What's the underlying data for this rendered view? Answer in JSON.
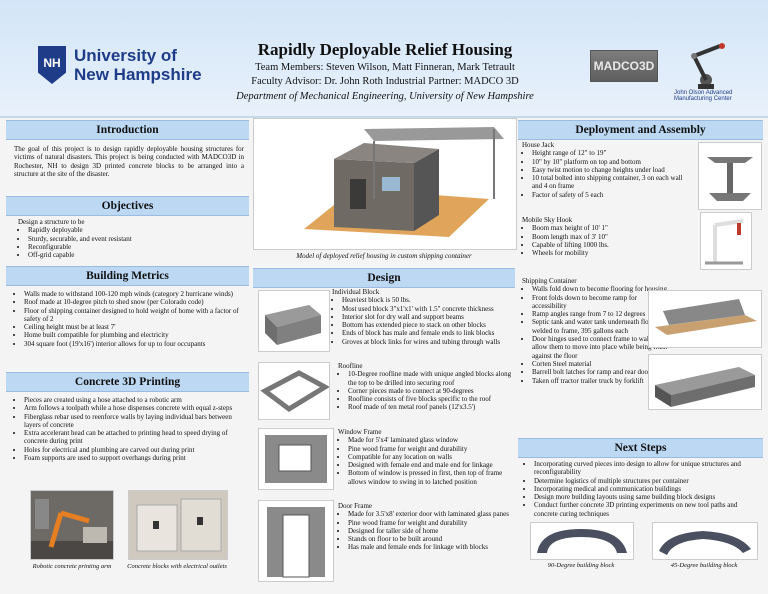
{
  "header": {
    "university": [
      "University of",
      "New Hampshire"
    ],
    "title": "Rapidly Deployable Relief Housing",
    "team": "Team Members: Steven Wilson, Matt Finneran, Mark Tetrault",
    "advisor": "Faculty Advisor: Dr. John Roth   Industrial Partner: MADCO 3D",
    "department": "Department of Mechanical Engineering, University of New Hampshire",
    "partner_logo": "MADCO3D",
    "center_name": "John Olson Advanced Manufacturing Center"
  },
  "introduction": {
    "heading": "Introduction",
    "text": "The goal of this project is to design rapidly deployable housing structures for victims of natural disasters. This project is being conducted with MADCO3D in Rochester, NH to design 3D printed concrete blocks to be arranged into a structure at the site of the disaster."
  },
  "objectives": {
    "heading": "Objectives",
    "intro": "Design a structure to be",
    "items": [
      "Rapidly deployable",
      "Sturdy, securable, and event resistant",
      "Reconfigurable",
      "Off-grid capable"
    ]
  },
  "building_metrics": {
    "heading": "Building Metrics",
    "items": [
      "Walls made to withstand 100-120 mph winds (category 2 hurricane winds)",
      "Roof made at 10-degree pitch to shed snow (per Colorado code)",
      "Floor of shipping container designed to hold weight of home with a factor of safety of 2",
      "Ceiling height must be at least 7'",
      "Home built compatible for plumbing and electricity",
      "304 square foot (19'x16') interior allows for up to four occupants"
    ]
  },
  "printing": {
    "heading": "Concrete 3D Printing",
    "items": [
      "Pieces are created using a hose attached to a robotic arm",
      "Arm follows a toolpath while a hose dispenses concrete with equal z-steps",
      "Fiberglass rebar used to reenforce walls by laying individual bars between layers of concrete",
      "Extra accelerant head can be attached to printing head to speed drying of concrete during print",
      "Holes for electrical and plumbing are carved out during print",
      "Foam supports are used to support overhangs during print"
    ],
    "captions": [
      "Robotic concrete printing arm",
      "Concrete blocks with electrical outlets"
    ]
  },
  "model": {
    "caption": "Model of deployed relief housing in custom shipping container"
  },
  "design": {
    "heading": "Design",
    "individual": {
      "title": "Individual Block",
      "items": [
        "Heaviest block is 50 lbs.",
        "Most used block 3\"x1'x1' with 1.5\" concrete thickness",
        "Interior slot for dry wall and support beams",
        "Bottom has extended piece to stack on other blocks",
        "Ends of block has male and female ends to link blocks",
        "Groves at block links for wires and tubing through walls"
      ]
    },
    "roofline": {
      "title": "Roofline",
      "items": [
        "10-Degree roofline made with unique angled blocks along the top to be drilled into securing roof",
        "Corner pieces made to connect at 90-degrees",
        "Roofline consists of five blocks specific to the roof",
        "Roof made of ten metal roof panels (12'x3.5')"
      ]
    },
    "window": {
      "title": "Window Frame",
      "items": [
        "Made for 5'x4' laminated glass window",
        "Pine wood frame for weight and durability",
        "Compatible for any location on walls",
        "Designed with female end and male end for linkage",
        "Bottom of window is pressed in first, then top of frame allows window to swing in to latched position"
      ]
    },
    "door": {
      "title": "Door Frame",
      "items": [
        "Made for 3.5'x8' exterior door with laminated glass panes",
        "Pine wood frame for weight and durability",
        "Designed for taller side of home",
        "Stands on floor to be built around",
        "Has male and female ends for linkage with blocks"
      ]
    }
  },
  "deployment": {
    "heading": "Deployment and Assembly",
    "house_jack": {
      "title": "House Jack",
      "items": [
        "Height range of 12\" to 19\"",
        "10\" by 10\" platform on top and bottom",
        "Easy twist motion to change heights under load",
        "10 total bolted into shipping container, 3 on each wall and 4 on frame",
        "Factor of safety of 5 each"
      ]
    },
    "sky_hook": {
      "title": "Mobile Sky Hook",
      "items": [
        "Boom max height of 10' 1\"",
        "Boom length max of 3' 10\"",
        "Capable of lifting 1000 lbs.",
        "Wheels for mobility"
      ]
    },
    "container": {
      "title": "Shipping Container",
      "items": [
        "Walls fold down to become flooring for housing",
        "Front folds down to become ramp for accessibility",
        "Ramp angles range from 7 to 12 degrees",
        "Septic tank and water tank underneath flooring welded to frame, 395 gallons each",
        "Door hinges used to connect frame to walls and allow them to move into place while being flush against the floor",
        "Corten Steel material",
        "Barrell bolt latches for ramp and rear doors",
        "Taken off tractor trailer truck by forklift"
      ]
    }
  },
  "next_steps": {
    "heading": "Next Steps",
    "items": [
      "Incorporating curved pieces into design to allow for unique structures and reconfigurability",
      "Determine logistics of multiple structures per container",
      "Incorporating medical and communication buildings",
      "Design more building layouts using same building block designs",
      "Conduct further concrete 3D printing experiments on new tool paths and concrete curing techniques"
    ],
    "captions": [
      "90-Degree building block",
      "45-Degree building block"
    ]
  }
}
